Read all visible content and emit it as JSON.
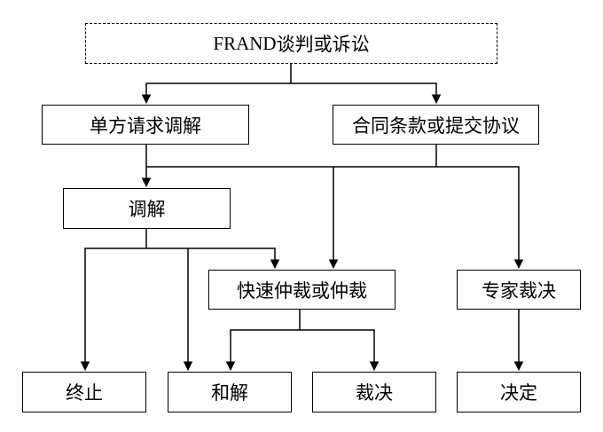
{
  "diagram": {
    "nodes": {
      "top": {
        "label_latin": "FRAND ",
        "label_cjk": "谈判或诉讼"
      },
      "unilateral": {
        "label": "单方请求调解"
      },
      "contract": {
        "label": "合同条款或提交协议"
      },
      "mediation": {
        "label": "调解"
      },
      "fast_arbitration": {
        "label": "快速仲裁或仲裁"
      },
      "expert": {
        "label": "专家裁决"
      },
      "terminate": {
        "label": "终止"
      },
      "settlement": {
        "label": "和解"
      },
      "award": {
        "label": "裁决"
      },
      "decision": {
        "label": "决定"
      }
    },
    "edges": [
      [
        "top",
        "unilateral"
      ],
      [
        "top",
        "contract"
      ],
      [
        "unilateral",
        "mediation"
      ],
      [
        "contract",
        "mediation"
      ],
      [
        "contract",
        "fast_arbitration"
      ],
      [
        "contract",
        "expert"
      ],
      [
        "mediation",
        "terminate"
      ],
      [
        "mediation",
        "settlement"
      ],
      [
        "mediation",
        "fast_arbitration"
      ],
      [
        "fast_arbitration",
        "settlement"
      ],
      [
        "fast_arbitration",
        "award"
      ],
      [
        "expert",
        "decision"
      ]
    ]
  }
}
